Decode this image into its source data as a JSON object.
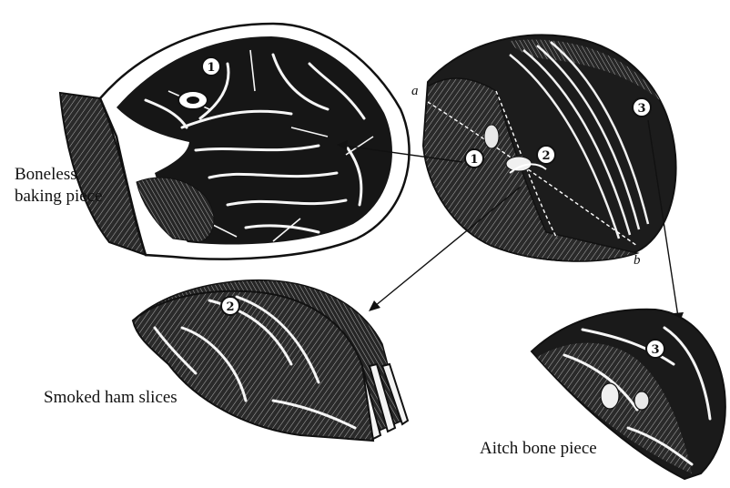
{
  "captions": {
    "boneless": [
      "Boneless",
      "baking piece"
    ],
    "smoked": "Smoked ham slices",
    "aitch": "Aitch bone piece"
  },
  "callouts": {
    "one": "1",
    "two": "2",
    "three": "3"
  },
  "cut_letters": {
    "a": "a",
    "b": "b"
  },
  "colors": {
    "ink": "#111111",
    "meat_dark": "#1a1a1a",
    "fat": "#f4f4f4",
    "paper": "#ffffff"
  }
}
